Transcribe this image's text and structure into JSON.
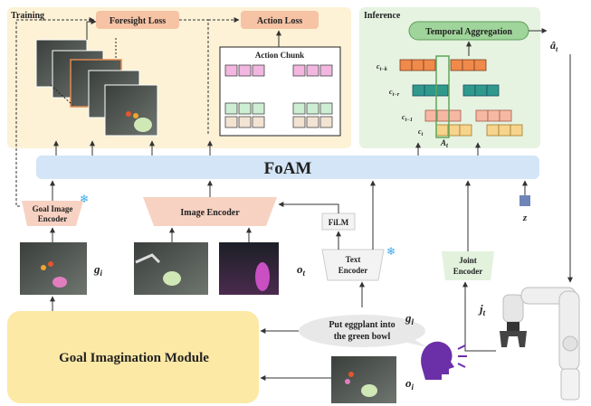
{
  "training": {
    "panel_label": "Training",
    "foresight_loss": "Foresight Loss",
    "action_loss": "Action Loss",
    "action_chunk": "Action Chunk"
  },
  "inference": {
    "panel_label": "Inference",
    "temporal_aggregation": "Temporal Aggregation",
    "row_labels": [
      "c",
      "c",
      "c",
      "c"
    ],
    "row_subscripts": [
      "t−k",
      "t−r",
      "t−1",
      "t"
    ],
    "a_label": "A",
    "a_sub": "t"
  },
  "output": {
    "symbol": "â",
    "sub": "t"
  },
  "foam": "FoAM",
  "goal_image_encoder": [
    "Goal Image",
    "Encoder"
  ],
  "image_encoder": "Image Encoder",
  "film": "FiLM",
  "text_encoder": [
    "Text",
    "Encoder"
  ],
  "joint_encoder": [
    "Joint",
    "Encoder"
  ],
  "latent": "z",
  "symbols": {
    "g_i": {
      "base": "g",
      "sub": "i"
    },
    "o_t": {
      "base": "o",
      "sub": "t"
    },
    "g_l": {
      "base": "g",
      "sub": "l"
    },
    "o_i": {
      "base": "o",
      "sub": "i"
    },
    "j_t": {
      "base": "j",
      "sub": "t"
    }
  },
  "instruction": [
    "Put eggplant into",
    "the green bowl"
  ],
  "goal_module": "Goal Imagination Module",
  "colors": {
    "training_bg": "#fdf1d6",
    "inference_bg": "#e6f3e1",
    "encoder": "#f7d2c2",
    "foam_bar": "#d3e5f6",
    "loss_box": "#f6c3a5",
    "temporal_box": "#9fd49a",
    "goal_module_bg": "#fde9a6",
    "joint_encoder": "#e2f2dd"
  }
}
